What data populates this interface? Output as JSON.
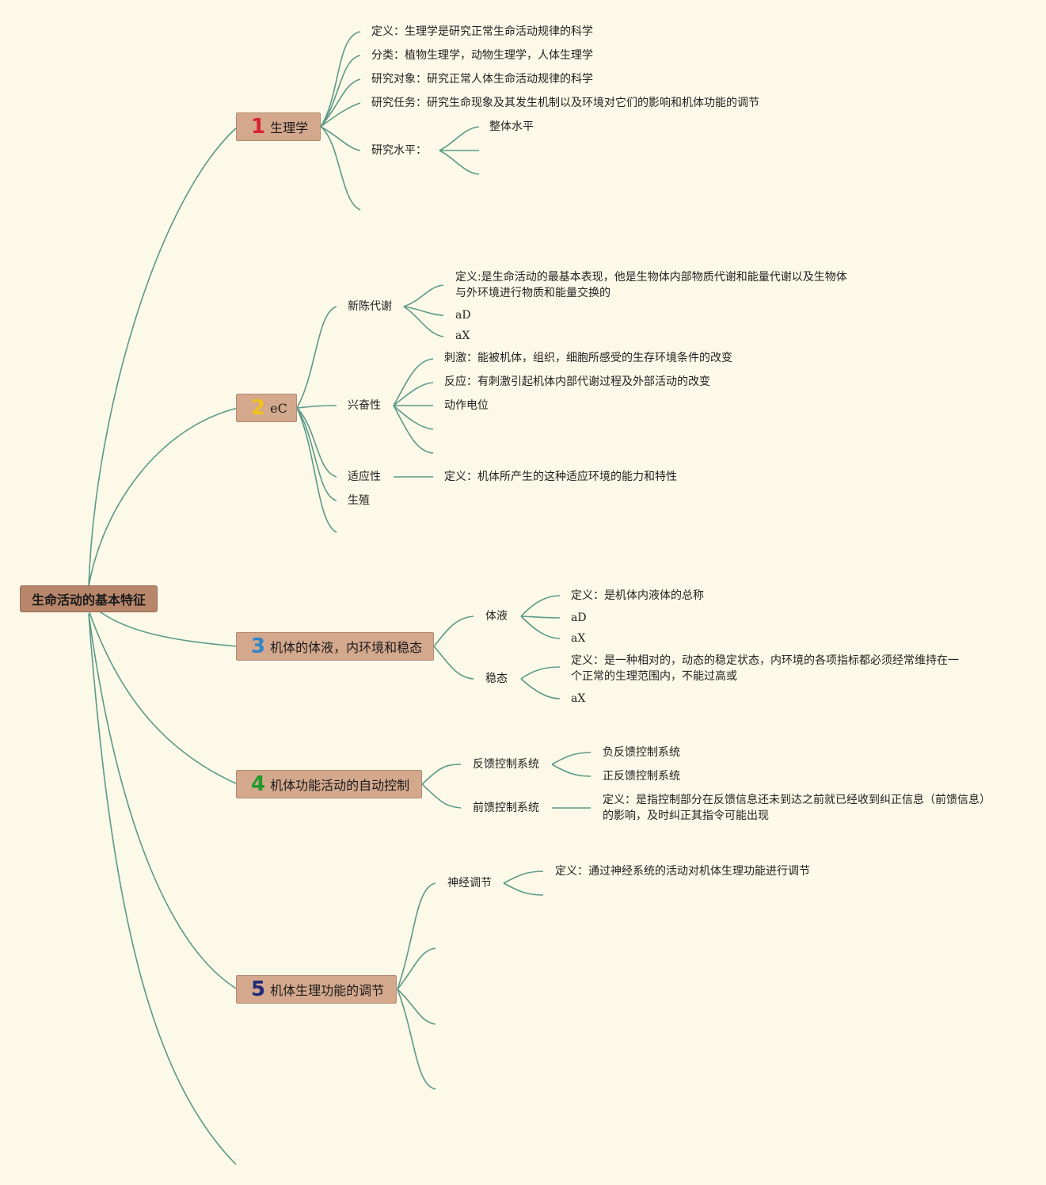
{
  "root": {
    "label": "生命活动的基本特征"
  },
  "topics": [
    {
      "number": "1",
      "number_color": "#d9232e",
      "label": "生理学",
      "items": {
        "def": "定义：生理学是研究正常生命活动规律的科学",
        "cls": "分类：植物生理学，动物生理学，人体生理学",
        "obj": "研究对象：研究正常人体生命活动规律的科学",
        "task": "研究任务：研究生命现象及其发生机制以及环境对它们的影响和机体功能的调节",
        "level": "研究水平：",
        "level_sub": "整体水平"
      }
    },
    {
      "number": "2",
      "number_color": "#f2c21b",
      "label": "eC",
      "items": {
        "meta": "新陈代谢",
        "meta_def_1": "定义:是生命活动的最基本表现，他是生物体内部物质代谢和能量代谢以及生物体",
        "meta_def_2": "与外环境进行物质和能量交换的",
        "meta_ad": "aD",
        "meta_ax": "aX",
        "excit": "兴奋性",
        "excit_stim": "刺激：能被机体，组织，细胞所感受的生存环境条件的改变",
        "excit_resp": "反应：有刺激引起机体内部代谢过程及外部活动的改变",
        "excit_ap": "动作电位",
        "adapt": "适应性",
        "adapt_def": "定义：机体所产生的这种适应环境的能力和特性",
        "repro": "生殖"
      }
    },
    {
      "number": "3",
      "number_color": "#2f86c8",
      "label": "机体的体液，内环境和稳态",
      "items": {
        "fluid": "体液",
        "fluid_def": "定义：是机体内液体的总称",
        "fluid_ad": "aD",
        "fluid_ax": "aX",
        "homeo": "稳态",
        "homeo_def_1": "定义：是一种相对的，动态的稳定状态，内环境的各项指标都必须经常维持在一",
        "homeo_def_2": "个正常的生理范围内，不能过高或",
        "homeo_ax": "aX"
      }
    },
    {
      "number": "4",
      "number_color": "#1f9a2c",
      "label": "机体功能活动的自动控制",
      "items": {
        "fb": "反馈控制系统",
        "fb_neg": "负反馈控制系统",
        "fb_pos": "正反馈控制系统",
        "ff": "前馈控制系统",
        "ff_def_1": "定义：是指控制部分在反馈信息还未到达之前就已经收到纠正信息（前馈信息）",
        "ff_def_2": "的影响，及时纠正其指令可能出现"
      }
    },
    {
      "number": "5",
      "number_color": "#1f2a7a",
      "label": "机体生理功能的调节",
      "items": {
        "neural": "神经调节",
        "neural_def": "定义：通过神经系统的活动对机体生理功能进行调节"
      }
    }
  ],
  "colors": {
    "background": "#fcf9e8",
    "link": "#5c9988",
    "root_fill": "#b8876b",
    "topic_fill": "#d4a88d"
  }
}
